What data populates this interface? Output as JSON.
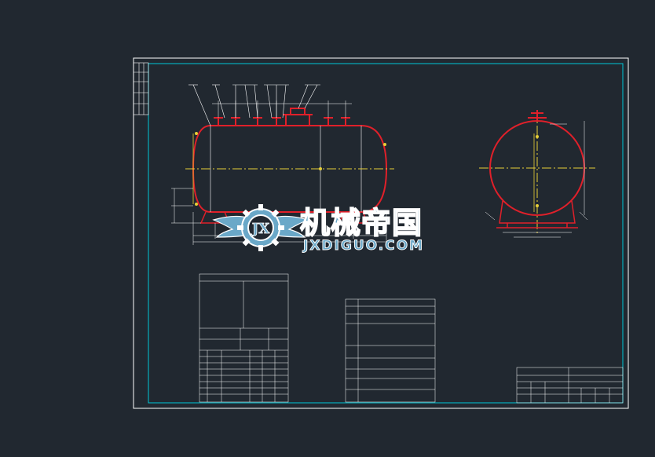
{
  "colors": {
    "background": "#212830",
    "frame": "#ffffff",
    "inner_frame": "#00c8d8",
    "vessel": "#e0202a",
    "centerline": "#e8d038",
    "dimension": "#ffffff",
    "watermark_fill": "#6aa8c8",
    "watermark_outline": "#ffffff"
  },
  "watermark": {
    "cn": "机械帝国",
    "en": "JXDIGUO.COM",
    "logo_letters": "JX"
  },
  "drawing": {
    "front_view": "horizontal-vessel-elevation",
    "side_view": "vessel-end-view",
    "tables": [
      "parts-list-table",
      "technical-data-table",
      "title-block"
    ]
  }
}
